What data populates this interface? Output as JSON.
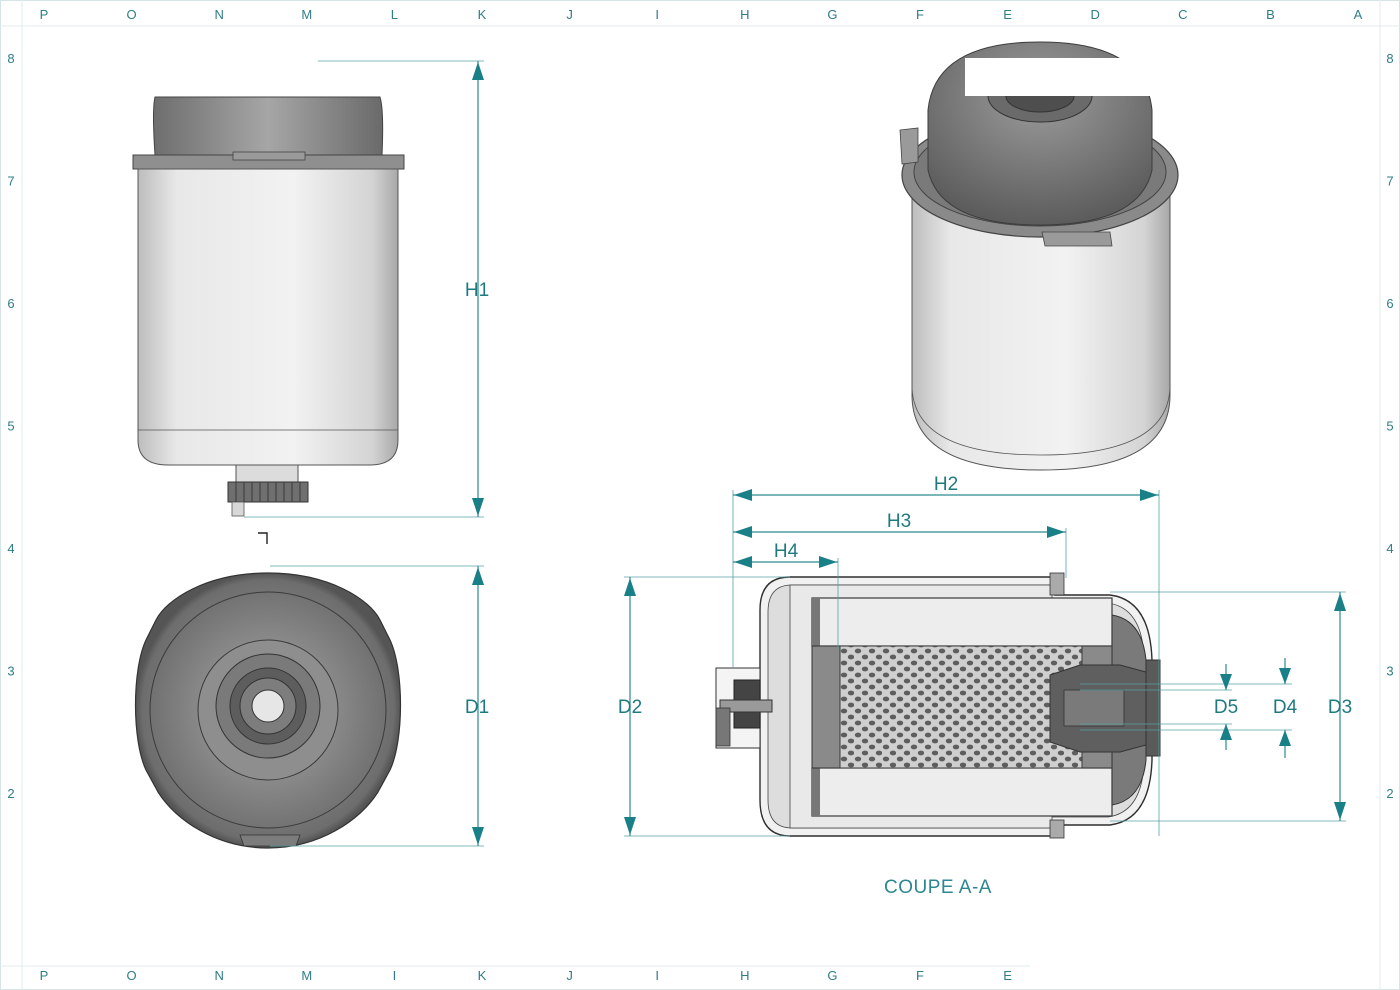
{
  "frame": {
    "top_letters": [
      "P",
      "O",
      "N",
      "M",
      "L",
      "K",
      "J",
      "I",
      "H",
      "G",
      "F",
      "E",
      "D",
      "C",
      "B",
      "A"
    ],
    "bottom_letters": [
      "P",
      "O",
      "N",
      "M",
      "I",
      "K",
      "J",
      "I",
      "H",
      "G",
      "F",
      "E"
    ],
    "left_numbers": [
      "8",
      "7",
      "6",
      "5",
      "4",
      "3",
      "2"
    ],
    "right_numbers": [
      "8",
      "7",
      "6",
      "5",
      "4",
      "3",
      "2"
    ]
  },
  "dimensions": {
    "h1": "H1",
    "h2": "H2",
    "h3": "H3",
    "h4": "H4",
    "d1": "D1",
    "d2": "D2",
    "d3": "D3",
    "d4": "D4",
    "d5": "D5"
  },
  "section_caption": "COUPE A-A",
  "colors": {
    "dimension": "#1f8a8f",
    "body_light": "#ececec",
    "body_dark": "#7a7a7a",
    "frame_text": "#2f7d87"
  }
}
